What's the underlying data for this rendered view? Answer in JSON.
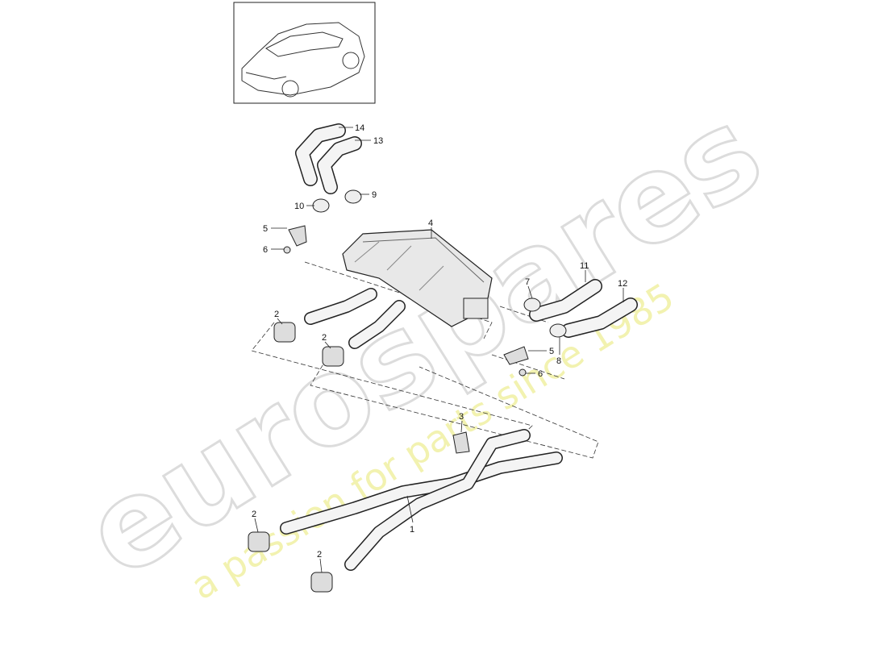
{
  "watermark": {
    "brand": "eurospares",
    "tagline": "a passion for parts since 1985",
    "brand_color": "#d8d8d8",
    "tagline_color": "#f0f0a0"
  },
  "thumbnail": {
    "icon": "car-icon"
  },
  "callouts": [
    "14",
    "13",
    "10",
    "9",
    "5",
    "6",
    "4",
    "2",
    "2",
    "7",
    "11",
    "12",
    "5",
    "6",
    "8",
    "3",
    "1",
    "2",
    "2"
  ]
}
